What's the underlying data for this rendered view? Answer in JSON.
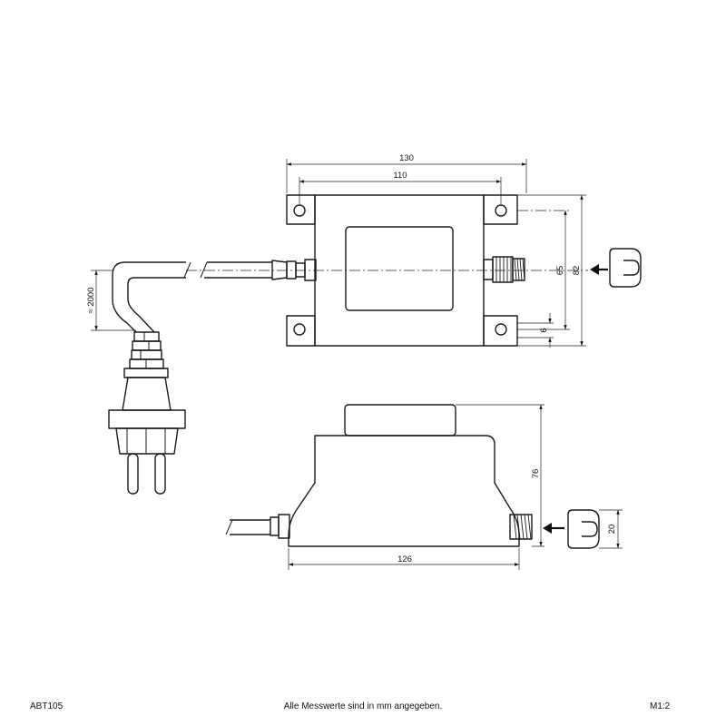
{
  "drawing": {
    "dimensions": {
      "top_view_total_width": "130",
      "top_view_hole_spacing": "110",
      "top_view_hole_vertical_spacing": "65",
      "top_view_total_height": "82",
      "top_view_flange_thickness": "6",
      "cable_length": "≈ 2000",
      "side_view_height": "76",
      "side_view_base_width": "126",
      "side_view_connector_height": "20"
    },
    "colors": {
      "line": "#1a1a1a",
      "background": "#ffffff"
    }
  },
  "footer": {
    "article_number": "ABT105",
    "note": "Alle Messwerte sind in mm angegeben.",
    "scale": "M1:2"
  }
}
